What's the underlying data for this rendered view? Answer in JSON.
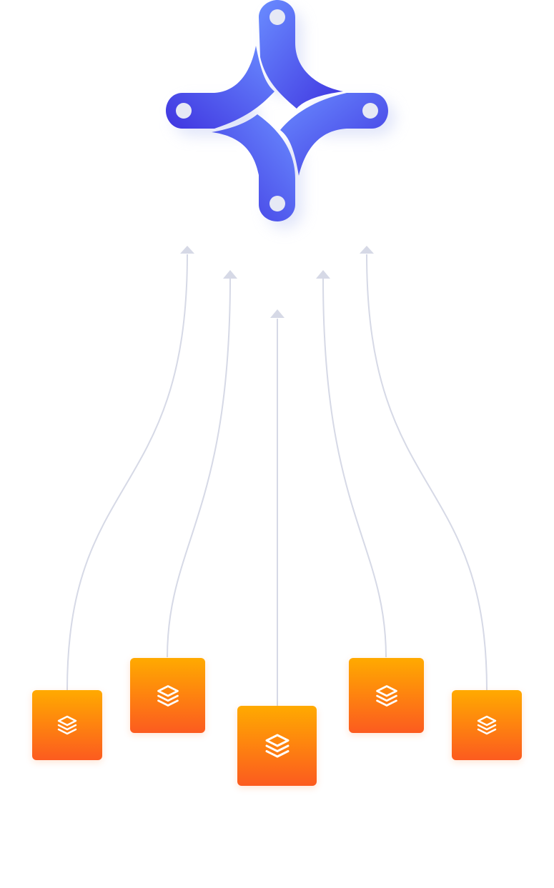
{
  "diagram": {
    "hub": {
      "icon": "four-pointed-star-logo-icon",
      "colors": {
        "gradient_start": "#6a8cff",
        "gradient_end": "#3f35e0",
        "hole": "#e6e9f5",
        "glow": "#c8d0f5"
      }
    },
    "connector_color": "#d6d9e6",
    "sources": [
      {
        "id": "source-1",
        "icon": "layers-icon"
      },
      {
        "id": "source-2",
        "icon": "layers-icon"
      },
      {
        "id": "source-3",
        "icon": "layers-icon"
      },
      {
        "id": "source-4",
        "icon": "layers-icon"
      },
      {
        "id": "source-5",
        "icon": "layers-icon"
      }
    ],
    "source_colors": {
      "gradient_top": "#ffaa00",
      "gradient_bottom": "#fc5b1f",
      "icon": "#ffffff"
    }
  }
}
